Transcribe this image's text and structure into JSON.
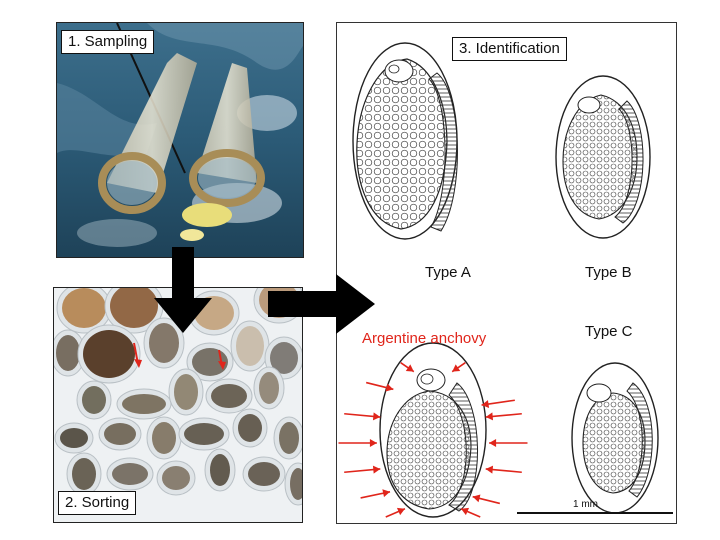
{
  "steps": {
    "sampling": "1. Sampling",
    "sorting": "2. Sorting",
    "identification": "3. Identification"
  },
  "egg_types": [
    "Type A",
    "Type B",
    "Type C"
  ],
  "highlight_species": "Argentine anchovy",
  "scale_bar": "1 mm",
  "colors": {
    "arrow": "#000000",
    "highlight": "#e0251b",
    "sea": "#2b5a76"
  }
}
